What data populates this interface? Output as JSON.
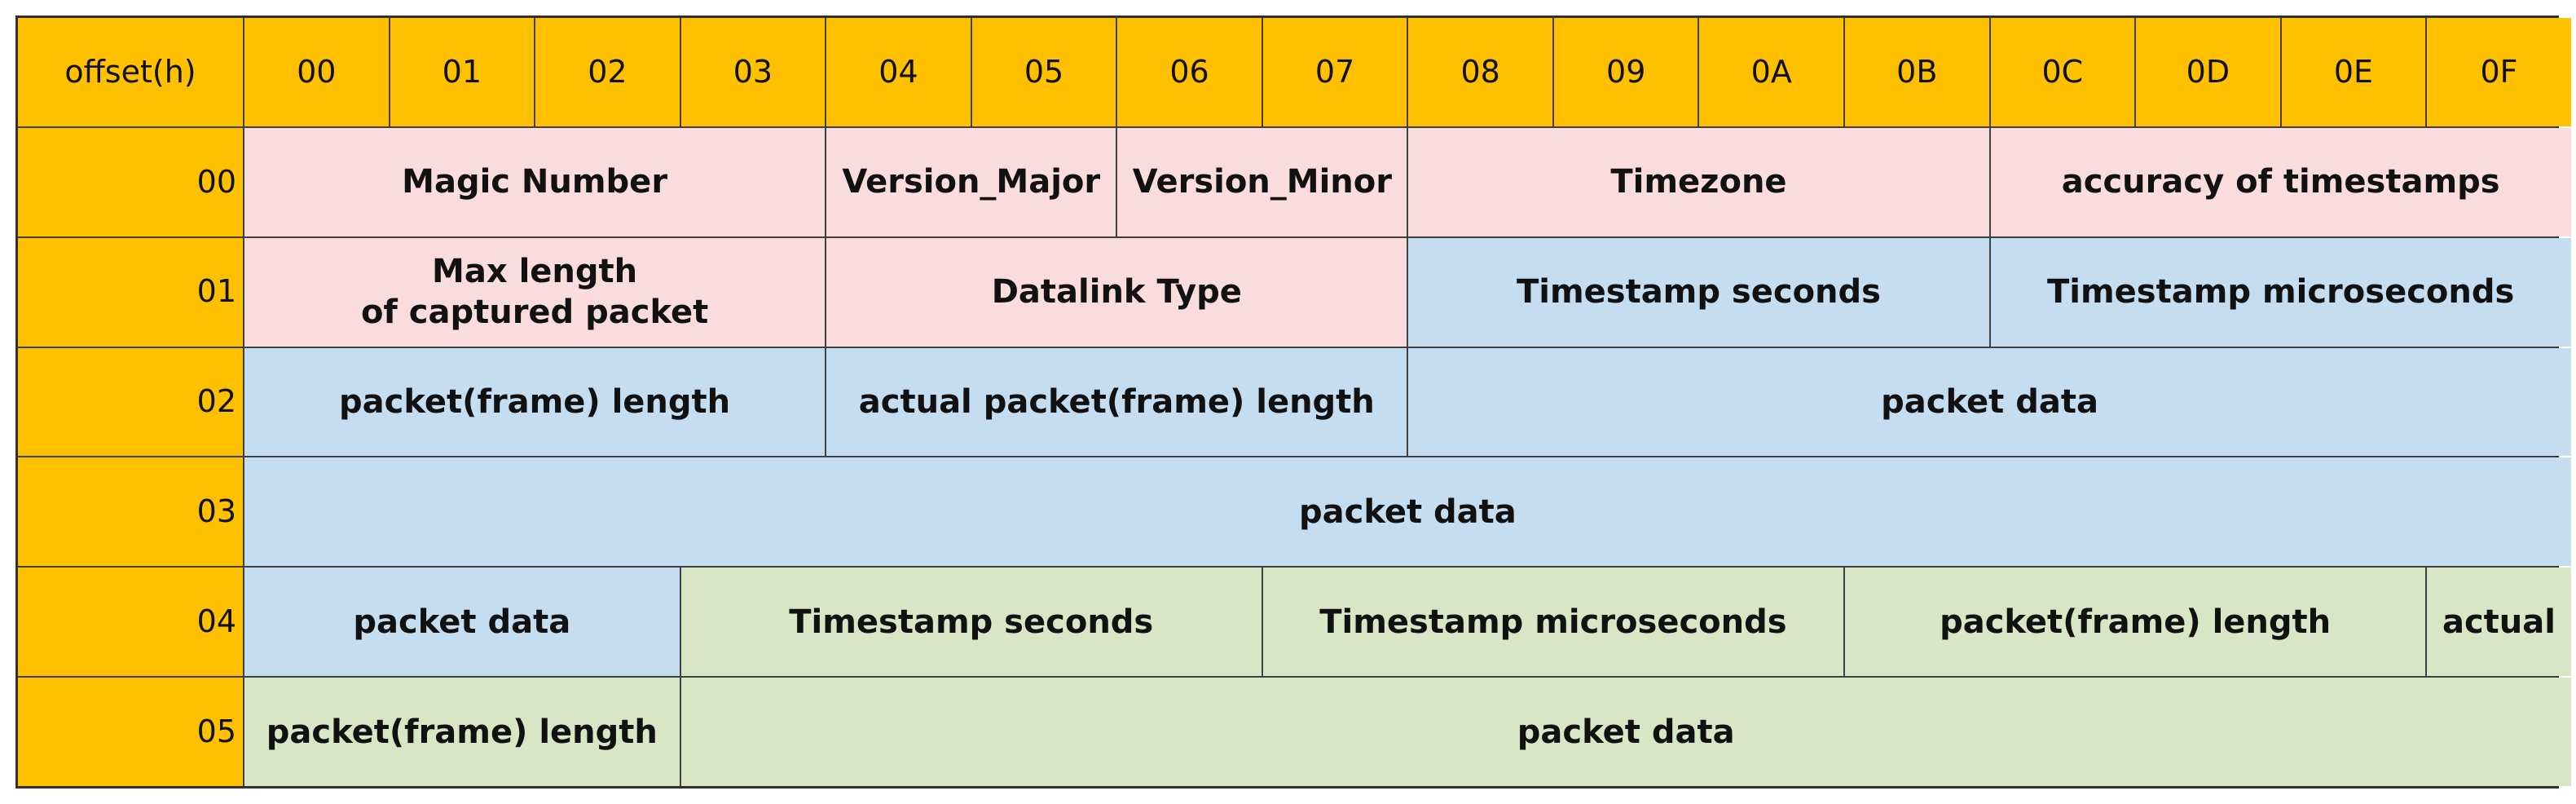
{
  "corner": "offset(h)",
  "columns": [
    "00",
    "01",
    "02",
    "03",
    "04",
    "05",
    "06",
    "07",
    "08",
    "09",
    "0A",
    "0B",
    "0C",
    "0D",
    "0E",
    "0F"
  ],
  "rows": [
    {
      "label": "00",
      "fields": [
        {
          "text": "Magic Number",
          "start": 1,
          "span": 4,
          "color": "pink"
        },
        {
          "text": "Version_Major",
          "start": 5,
          "span": 2,
          "color": "pink"
        },
        {
          "text": "Version_Minor",
          "start": 7,
          "span": 2,
          "color": "pink"
        },
        {
          "text": "Timezone",
          "start": 9,
          "span": 4,
          "color": "pink"
        },
        {
          "text": "accuracy of timestamps",
          "start": 13,
          "span": 4,
          "color": "pink"
        }
      ]
    },
    {
      "label": "01",
      "fields": [
        {
          "text": "Max length\nof captured packet",
          "start": 1,
          "span": 4,
          "color": "pink"
        },
        {
          "text": "Datalink Type",
          "start": 5,
          "span": 4,
          "color": "pink"
        },
        {
          "text": "Timestamp seconds",
          "start": 9,
          "span": 4,
          "color": "blue"
        },
        {
          "text": "Timestamp microseconds",
          "start": 13,
          "span": 4,
          "color": "blue"
        }
      ]
    },
    {
      "label": "02",
      "fields": [
        {
          "text": "packet(frame) length",
          "start": 1,
          "span": 4,
          "color": "blue"
        },
        {
          "text": "actual packet(frame) length",
          "start": 5,
          "span": 4,
          "color": "blue"
        },
        {
          "text": "packet data",
          "start": 9,
          "span": 8,
          "color": "blue"
        }
      ]
    },
    {
      "label": "03",
      "fields": [
        {
          "text": "packet data",
          "start": 1,
          "span": 16,
          "color": "blue"
        }
      ]
    },
    {
      "label": "04",
      "fields": [
        {
          "text": "packet data",
          "start": 1,
          "span": 3,
          "color": "blue"
        },
        {
          "text": "Timestamp seconds",
          "start": 4,
          "span": 4,
          "color": "green"
        },
        {
          "text": "Timestamp microseconds",
          "start": 8,
          "span": 4,
          "color": "green"
        },
        {
          "text": "packet(frame) length",
          "start": 12,
          "span": 4,
          "color": "green"
        },
        {
          "text": "actual",
          "start": 16,
          "span": 1,
          "color": "green"
        }
      ]
    },
    {
      "label": "05",
      "fields": [
        {
          "text": "packet(frame) length",
          "start": 1,
          "span": 3,
          "color": "green"
        },
        {
          "text": "packet data",
          "start": 4,
          "span": 13,
          "color": "green"
        }
      ]
    }
  ],
  "colors": {
    "header": "#ffc000",
    "pink": "#fadcdc",
    "blue": "#c5ddf1",
    "green": "#d8e6c6"
  }
}
